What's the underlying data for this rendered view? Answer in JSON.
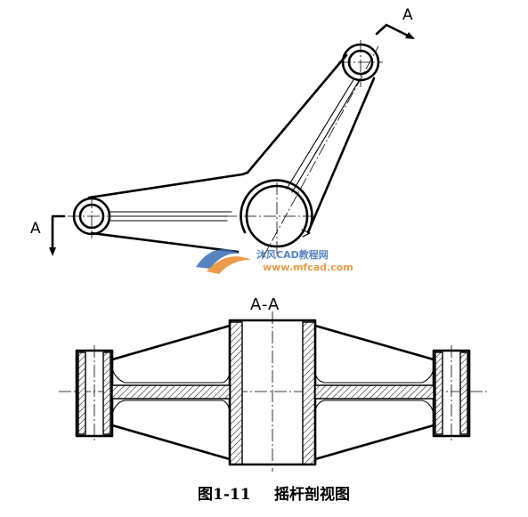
{
  "view_labels": {
    "cut_arrow_top": "A",
    "cut_arrow_left": "A",
    "section_title": "A-A"
  },
  "caption": {
    "figure_number": "图1-11",
    "title": "摇杆剖视图"
  },
  "watermark": {
    "brand": "沐风CAD教程网",
    "url": "www.mfcad.com"
  },
  "colors": {
    "line": "#000000",
    "background": "#ffffff",
    "watermark_blue": "#3a6fb5",
    "watermark_orange": "#e88a2a"
  }
}
